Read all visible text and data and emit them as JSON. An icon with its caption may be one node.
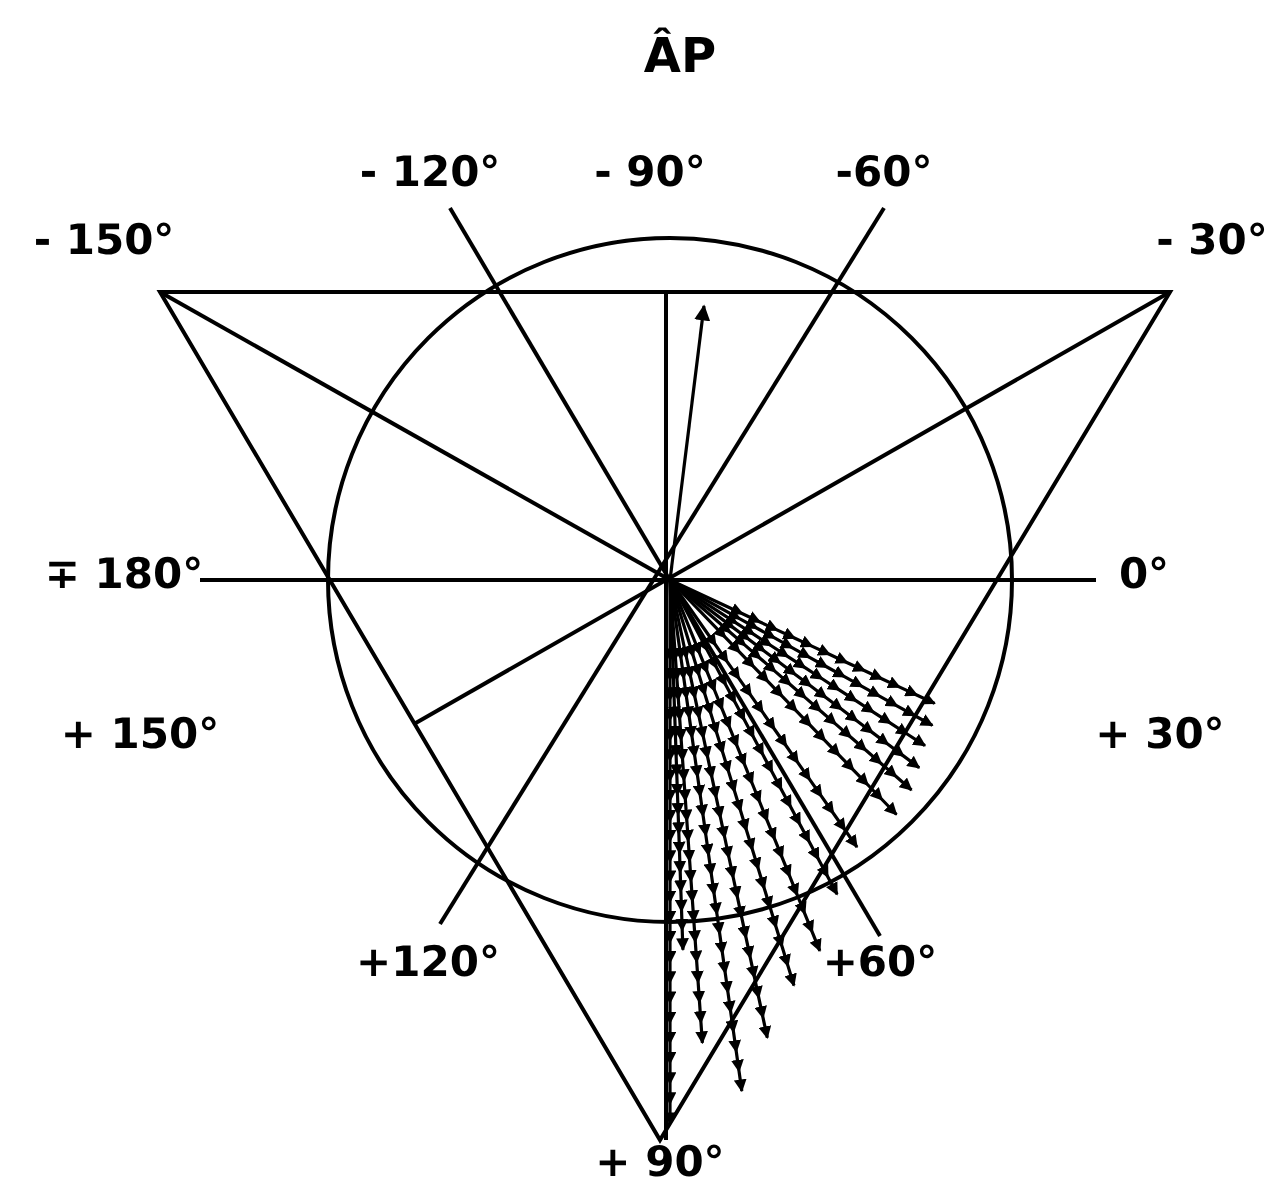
{
  "diagram": {
    "title": "ÂP",
    "labels": [
      "- 120°",
      "- 90°",
      "-60°",
      "- 150°",
      "- 30°",
      "∓ 180°",
      "0°",
      "+ 150°",
      "+ 30°",
      "+120°",
      "+60°",
      "+ 90°"
    ]
  }
}
